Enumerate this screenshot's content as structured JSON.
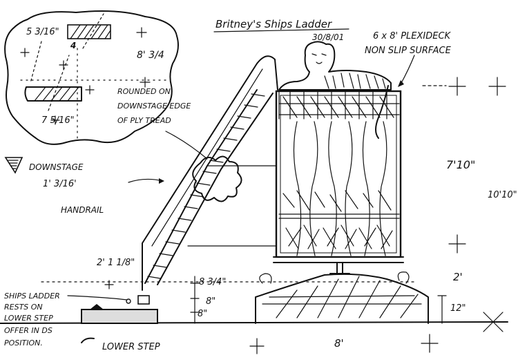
{
  "title": "Britney's Ships Ladder",
  "date": "30/8/01",
  "deck_note": {
    "line1": "6 x 8' PLEXIDECK",
    "line2": "NON SLIP SURFACE"
  },
  "detail": {
    "dim_top": "5 3/16\"",
    "dim_bottom": "7 5/16\"",
    "tread_number": "4",
    "riser": "8' 3/4",
    "note_line1": "ROUNDED ON",
    "note_line2": "DOWNSTAGE EDGE",
    "note_line3": "OF PLY TREAD"
  },
  "legend": {
    "label": "DOWNSTAGE"
  },
  "handrail": {
    "size": "1' 3/16'",
    "label": "HANDRAIL"
  },
  "dims": {
    "cage_height": "7'10\"",
    "total_height": "10'10\"",
    "handrail_offset": "2' 1 1/8\"",
    "step_top": "8 3/4\"",
    "step_mid": "8\"",
    "step_low": "8\"",
    "platform_height": "2'",
    "base_height": "12\"",
    "width": "8'"
  },
  "ladder_note": {
    "line1": "SHIPS LADDER",
    "line2": "RESTS ON",
    "line3": "LOWER STEP",
    "line4": "OFFER IN DS",
    "line5": "POSITION."
  },
  "lower_step": {
    "label": "LOWER STEP"
  },
  "colors": {
    "ink": "#111111",
    "paper": "#ffffff"
  }
}
